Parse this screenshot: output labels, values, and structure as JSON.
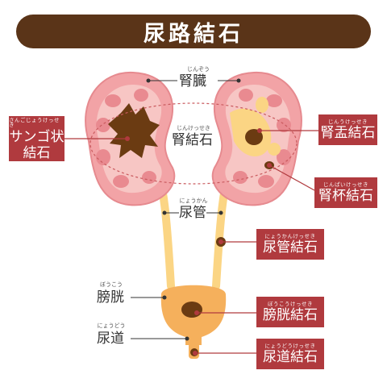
{
  "title": "尿路結石",
  "colors": {
    "title_bg": "#5a3418",
    "label_box": "#b03a3e",
    "kidney": "#f2a3a6",
    "kidney_cortex": "#f7c6c4",
    "calyx_spot": "#e98a90",
    "ureter": "#fbd584",
    "bladder": "#f5b05c",
    "stone": "#6b3b12"
  },
  "labels": {
    "kidney": {
      "text": "腎臓",
      "ruby": "じんぞう"
    },
    "ureter": {
      "text": "尿管",
      "ruby": "にょうかん"
    },
    "bladder": {
      "text": "膀胱",
      "ruby": "ぼうこう"
    },
    "urethra": {
      "text": "尿道",
      "ruby": "にょうどう"
    },
    "renal_stone": {
      "text": "腎結石",
      "ruby": "じんけっせき"
    }
  },
  "boxes": {
    "staghorn": {
      "line1": "サンゴ状",
      "line2": "結石",
      "ruby": "さんごじょうけっせき"
    },
    "pelvis": {
      "text": "腎盂結石",
      "ruby": "じんうけっせき"
    },
    "calyx": {
      "text": "腎杯結石",
      "ruby": "じんぱいけっせき"
    },
    "ureteral": {
      "text": "尿管結石",
      "ruby": "にょうかんけっせき"
    },
    "bladder": {
      "text": "膀胱結石",
      "ruby": "ぼうこうけっせき"
    },
    "urethral": {
      "text": "尿道結石",
      "ruby": "にょうどうけっせき"
    }
  }
}
